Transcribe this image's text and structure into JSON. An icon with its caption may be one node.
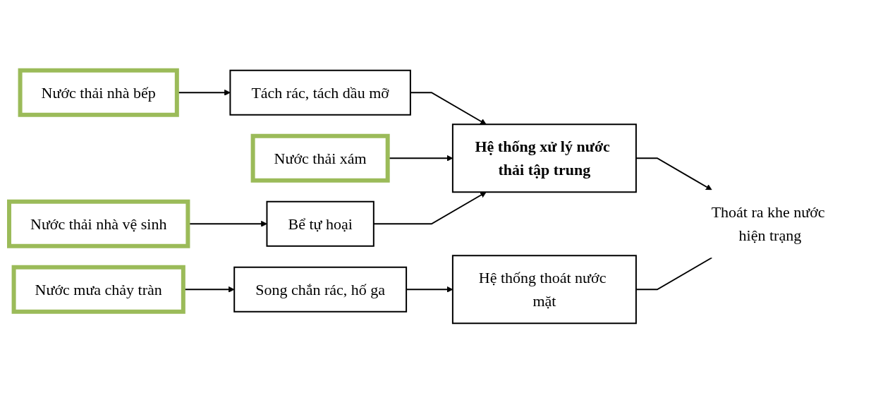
{
  "diagram": {
    "nodes": [
      {
        "text": [
          "Nước mưa chảy tràn"
        ]
      },
      {
        "text": [
          "Song chắn rác, hố ga"
        ]
      },
      {
        "text": [
          "Nước thải nhà bếp"
        ]
      },
      {
        "text": [
          "Tách rác, tách dầu mỡ"
        ]
      },
      {
        "text": [
          "Nước thải xám"
        ]
      },
      {
        "text": [
          "Nước thải nhà vệ sinh"
        ]
      },
      {
        "text": [
          "Bể tự hoại"
        ]
      },
      {
        "text": [
          "Hệ thống xử lý nước thải tập trung"
        ]
      },
      {
        "text": [
          "Hệ thống thoát nước mặt"
        ]
      },
      {
        "text": [
          "Thoát ra khe nước hiện trạng"
        ]
      }
    ],
    "edges": [
      {
        "from": 0,
        "to": 1,
        "arrow": "to"
      },
      {
        "from": 1,
        "to": 8,
        "arrow": "to"
      },
      {
        "from": 2,
        "to": 3,
        "arrow": "to"
      },
      {
        "from": 3,
        "to": 7,
        "arrow": "to"
      },
      {
        "from": 4,
        "to": 7,
        "arrow": "to"
      },
      {
        "from": 5,
        "to": 6,
        "arrow": "to"
      },
      {
        "from": 6,
        "to": 7,
        "arrow": "to"
      },
      {
        "from": 7,
        "to": 9,
        "arrow": "to"
      },
      {
        "from": 8,
        "to": 9,
        "arrow": "none"
      }
    ]
  }
}
